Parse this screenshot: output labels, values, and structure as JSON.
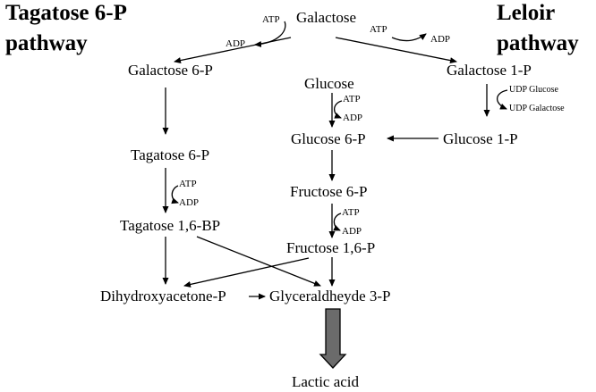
{
  "headings": {
    "tagatose_line1": "Tagatose 6-P",
    "tagatose_line2": "pathway",
    "leloir_line1": "Leloir",
    "leloir_line2": "pathway"
  },
  "nodes": {
    "galactose": "Galactose",
    "galactose_6p": "Galactose 6-P",
    "galactose_1p": "Galactose 1-P",
    "glucose": "Glucose",
    "glucose_6p": "Glucose 6-P",
    "glucose_1p": "Glucose 1-P",
    "tagatose_6p": "Tagatose 6-P",
    "tagatose_16bp": "Tagatose 1,6-BP",
    "fructose_6p": "Fructose 6-P",
    "fructose_16p": "Fructose 1,6-P",
    "dhap": "Dihydroxyacetone-P",
    "g3p": "Glyceraldheyde 3-P",
    "lactic_acid": "Lactic acid"
  },
  "cofactors": {
    "atp_left": "ATP",
    "adp_left": "ADP",
    "atp_right": "ATP",
    "adp_right": "ADP",
    "udp_glucose": "UDP Glucose",
    "udp_galactose": "UDP Galactose",
    "atp_glucose": "ATP",
    "adp_glucose": "ADP",
    "atp_tagatose": "ATP",
    "adp_tagatose": "ADP",
    "atp_fructose": "ATP",
    "adp_fructose": "ADP"
  }
}
